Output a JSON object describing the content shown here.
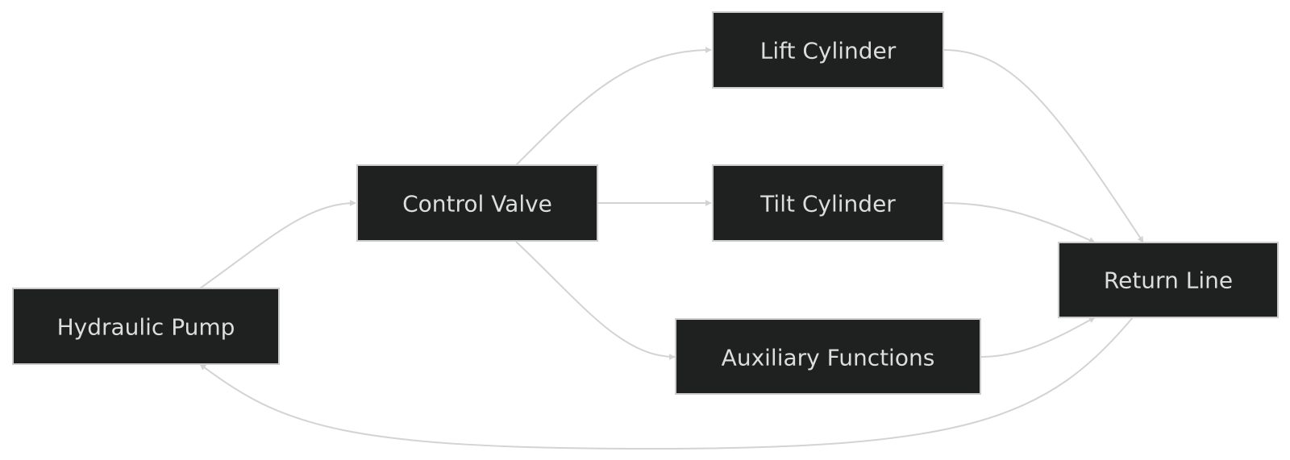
{
  "diagram": {
    "type": "flowchart",
    "direction": "left-to-right",
    "nodes": [
      {
        "id": "pump",
        "label": "Hydraulic Pump"
      },
      {
        "id": "valve",
        "label": "Control Valve"
      },
      {
        "id": "lift",
        "label": "Lift Cylinder"
      },
      {
        "id": "tilt",
        "label": "Tilt Cylinder"
      },
      {
        "id": "aux",
        "label": "Auxiliary Functions"
      },
      {
        "id": "return",
        "label": "Return Line"
      }
    ],
    "edges": [
      {
        "from": "pump",
        "to": "valve"
      },
      {
        "from": "valve",
        "to": "lift"
      },
      {
        "from": "valve",
        "to": "tilt"
      },
      {
        "from": "valve",
        "to": "aux"
      },
      {
        "from": "lift",
        "to": "return"
      },
      {
        "from": "tilt",
        "to": "return"
      },
      {
        "from": "aux",
        "to": "return"
      },
      {
        "from": "return",
        "to": "pump"
      }
    ],
    "colors": {
      "node_fill": "#1f2020",
      "node_border": "#cccccc",
      "node_text": "#dddddd",
      "edge": "#d3d3d3",
      "background": "#ffffff"
    }
  }
}
